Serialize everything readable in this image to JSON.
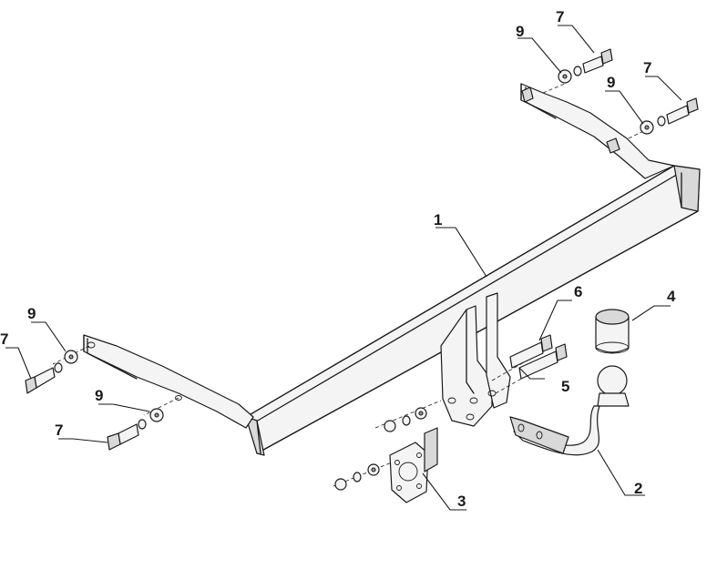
{
  "callouts": {
    "label_1": "1",
    "label_2": "2",
    "label_3": "3",
    "label_4": "4",
    "label_5": "5",
    "label_6": "6",
    "label_7_top_a": "7",
    "label_7_top_b": "7",
    "label_7_left_a": "7",
    "label_7_left_b": "7",
    "label_9_top_a": "9",
    "label_9_top_b": "9",
    "label_9_left_a": "9",
    "label_9_left_b": "9"
  }
}
